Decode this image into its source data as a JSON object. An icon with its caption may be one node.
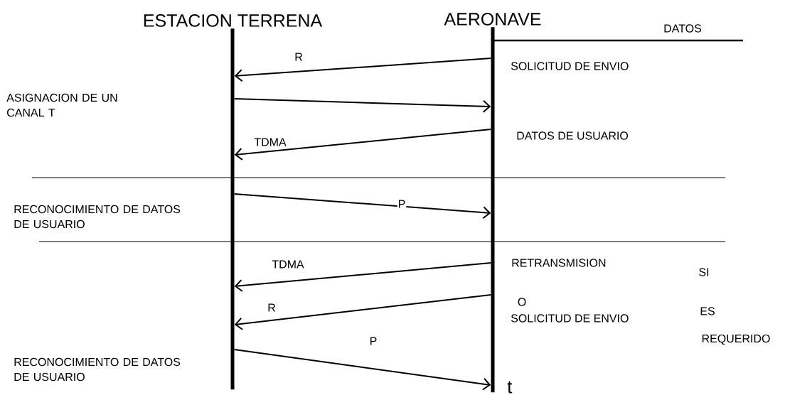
{
  "diagram": {
    "nodes": [
      {
        "text": [
          "ESTACION TERRENA"
        ]
      },
      {
        "text": [
          "AERONAVE"
        ]
      }
    ],
    "edges": [
      {
        "from": 1,
        "to": 0,
        "arrow": "to",
        "label": "R"
      },
      {
        "from": 0,
        "to": 1,
        "arrow": "to"
      },
      {
        "from": 1,
        "to": 0,
        "arrow": "to",
        "label": "TDMA"
      },
      {
        "from": 0,
        "to": 1,
        "arrow": "to",
        "label": "P"
      },
      {
        "from": 1,
        "to": 0,
        "arrow": "to",
        "label": "TDMA"
      },
      {
        "from": 1,
        "to": 0,
        "arrow": "to",
        "label": "R"
      },
      {
        "from": 0,
        "to": 1,
        "arrow": "to",
        "label": "P"
      }
    ],
    "labels": [
      "DATOS",
      "SOLICITUD DE ENVIO",
      "ASIGNACION DE UN CANAL T",
      "DATOS DE USUARIO",
      "RECONOCIMIENTO DE DATOS DE USUARIO",
      "RETRANSMISION",
      "SI",
      "O",
      "ES",
      "SOLICITUD DE ENVIO",
      "REQUERIDO",
      "RECONOCIMIENTO DE DATOS DE USUARIO",
      "t"
    ]
  }
}
